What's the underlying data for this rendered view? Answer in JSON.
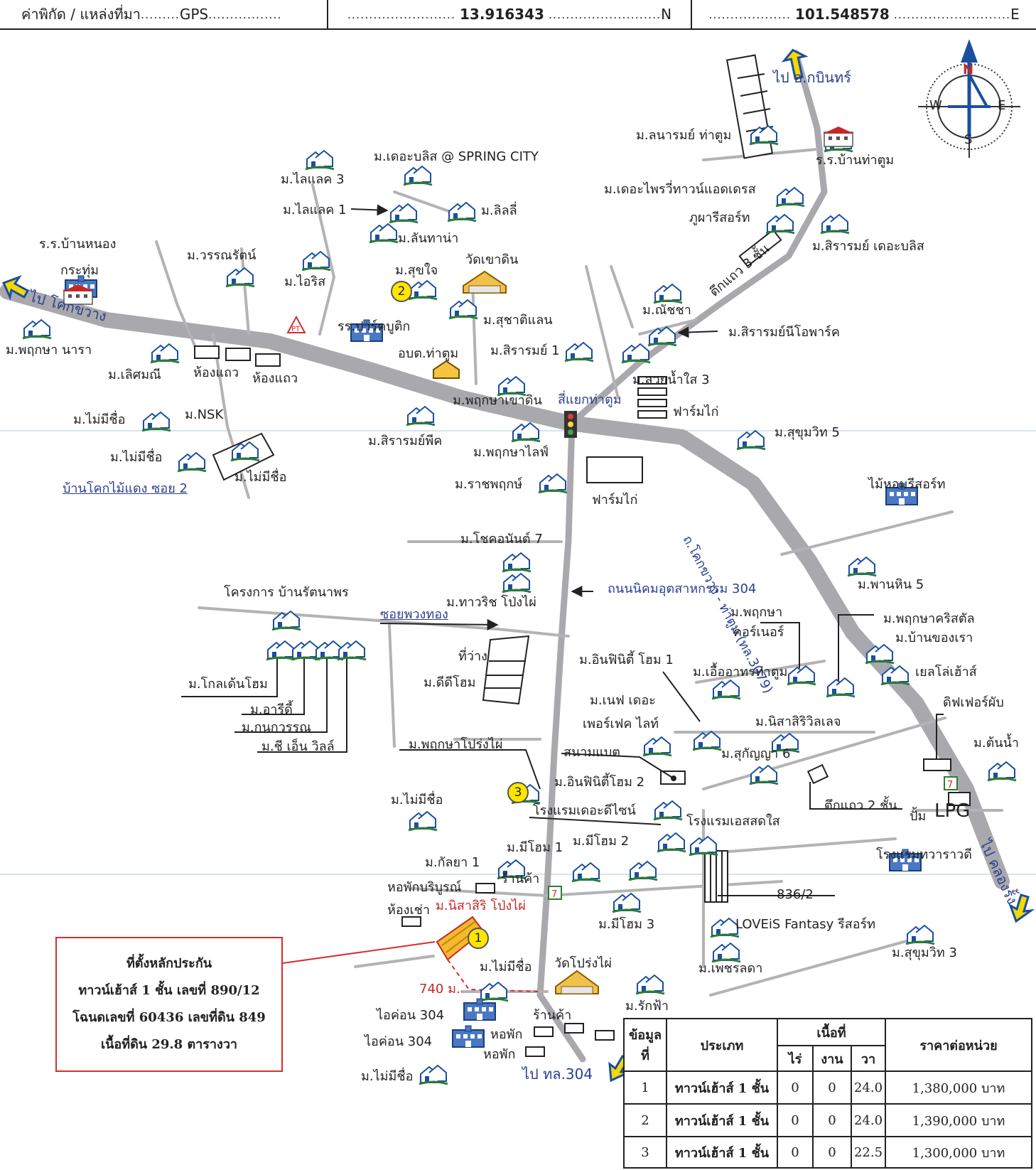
{
  "header": {
    "coord_label": "ค่าพิกัด / แหล่งที่มา",
    "coord_source": "GPS",
    "latitude": "13.916343",
    "lat_suffix": "N",
    "longitude": "101.548578",
    "lon_suffix": "E"
  },
  "compass": {
    "n": "N",
    "s": "S",
    "e": "E",
    "w": "W"
  },
  "roads": {
    "kabin": "ไป อ.กบินทร์",
    "khok_kwang": "ไป โคกขวาง",
    "main_rd": "ถ.โคกขวาง - ท่าตูม (ทล.3079)",
    "estate_rd": "ถนนนิคมอุตสาหกรรม 304",
    "to_304": "ไป ทล.304",
    "to_khlong": "ไป คลองรั้ง",
    "soi_puang": "ซอยพวงทอง",
    "ban_khok": "บ้านโคกไม้แดง ซอย 2",
    "intersection": "สี่แยกท่าตูม"
  },
  "labels": [
    {
      "id": "l1",
      "text": "ม.ลนารมย์ ท่าตูม"
    },
    {
      "id": "l2",
      "text": "ร.ร.บ้านท่าตูม"
    },
    {
      "id": "l3",
      "text": "ม.เดอะบลิส @ SPRING CITY"
    },
    {
      "id": "l4",
      "text": "ม.ไลแลค 3"
    },
    {
      "id": "l5",
      "text": "ม.ไลแลค 1"
    },
    {
      "id": "l6",
      "text": "ม.ลิลลี่"
    },
    {
      "id": "l7",
      "text": "ม.ลันทาน่า"
    },
    {
      "id": "l8",
      "text": "ม.เดอะไพรวี่ทาวน์แอดเดรส"
    },
    {
      "id": "l9",
      "text": "ภูผารีสอร์ท"
    },
    {
      "id": "l10",
      "text": "ม.สิรารมย์ เดอะบลิส"
    },
    {
      "id": "l11",
      "text": "ตึกแถว 3 ชั้น"
    },
    {
      "id": "l12",
      "text": "ร.ร.บ้านหนอง"
    },
    {
      "id": "l13",
      "text": "กระทุ่ม"
    },
    {
      "id": "l14",
      "text": "ม.วรรณรัตน์"
    },
    {
      "id": "l15",
      "text": "ม.ไอริส"
    },
    {
      "id": "l16",
      "text": "ม.สุขใจ"
    },
    {
      "id": "l17",
      "text": "วัดเขาดิน"
    },
    {
      "id": "l18",
      "text": "ม.ณัชชา"
    },
    {
      "id": "l19",
      "text": "ม.สิรารมย์นีโอพาร์ค"
    },
    {
      "id": "l20",
      "text": "ม.สุชาติแลน"
    },
    {
      "id": "l21",
      "text": "รร.ปาร์คบูติก"
    },
    {
      "id": "l22",
      "text": "ม.พฤกษา นารา"
    },
    {
      "id": "l23",
      "text": "ม.เลิศมณี"
    },
    {
      "id": "l24",
      "text": "ห้องแถว"
    },
    {
      "id": "l25",
      "text": "ห้องแถว"
    },
    {
      "id": "l26",
      "text": "อบต.ท่าตูม"
    },
    {
      "id": "l27",
      "text": "ม.สิรารมย์ 1"
    },
    {
      "id": "l28",
      "text": "ม.สวยน้ำใส 3"
    },
    {
      "id": "l29",
      "text": "ม.พฤกษาเขาดิน"
    },
    {
      "id": "l30",
      "text": "ฟาร์มไก่"
    },
    {
      "id": "l31",
      "text": "ม.NSK"
    },
    {
      "id": "l32",
      "text": "ม.ไม่มีชื่อ"
    },
    {
      "id": "l33",
      "text": "ม.สิรารมย์พีค"
    },
    {
      "id": "l34",
      "text": "ม.พฤกษาไลฟ์"
    },
    {
      "id": "l35",
      "text": "ม.สุขุมวิท 5"
    },
    {
      "id": "l36",
      "text": "ม.ไม่มีชื่อ"
    },
    {
      "id": "l37",
      "text": "ม.ไม่มีชื่อ"
    },
    {
      "id": "l38",
      "text": "ม.ราชพฤกษ์"
    },
    {
      "id": "l39",
      "text": "ฟาร์มไก่"
    },
    {
      "id": "l40",
      "text": "ไม้หอมรีสอร์ท"
    },
    {
      "id": "l41",
      "text": "ม.โชคอนันต์ 7"
    },
    {
      "id": "l42",
      "text": "โครงการ บ้านรัตนาพร"
    },
    {
      "id": "l43",
      "text": "ม.ทาวริช โป่งไผ่"
    },
    {
      "id": "l44",
      "text": "ม.พานหิน 5"
    },
    {
      "id": "l45",
      "text": "ม.พฤกษา"
    },
    {
      "id": "l46",
      "text": "คอร์เนอร์"
    },
    {
      "id": "l47",
      "text": "ม.พฤกษาคริสตัล"
    },
    {
      "id": "l48",
      "text": "ม.บ้านของเรา"
    },
    {
      "id": "l49",
      "text": "ที่ว่าง"
    },
    {
      "id": "l50",
      "text": "ม.ดีดีโฮม"
    },
    {
      "id": "l51",
      "text": "ม.อินฟินิตี้ โฮม 1"
    },
    {
      "id": "l52",
      "text": "ม.เอื้ออาทรท่าตูม"
    },
    {
      "id": "l53",
      "text": "เยลโล่เฮ้าส์"
    },
    {
      "id": "l54",
      "text": "ม.โกลเด้นโฮม"
    },
    {
      "id": "l55",
      "text": "ม.อารีดี้"
    },
    {
      "id": "l56",
      "text": "ม.กนกวรรณ"
    },
    {
      "id": "l57",
      "text": "ม.ชี เอ็น วิลล์"
    },
    {
      "id": "l58",
      "text": "ม.เนฟ เดอะ"
    },
    {
      "id": "l59",
      "text": "เพอร์เฟค ไลท์"
    },
    {
      "id": "l60",
      "text": "ม.นิสาสิริวิลเลจ"
    },
    {
      "id": "l61",
      "text": "ดิฟเฟอร์ผับ"
    },
    {
      "id": "l62",
      "text": "ม.ต้นน้ำ"
    },
    {
      "id": "l63",
      "text": "ม.พฤกษาโปร่งไผ่"
    },
    {
      "id": "l64",
      "text": "สนามแบต"
    },
    {
      "id": "l65",
      "text": "ม.สุกัญญา 6"
    },
    {
      "id": "l66",
      "text": "ม.อินฟินิตี้โฮม 2"
    },
    {
      "id": "l67",
      "text": "ม.ไม่มีชื่อ"
    },
    {
      "id": "l68",
      "text": "โรงแรมเดอะดีไซน์"
    },
    {
      "id": "l69",
      "text": "ตึกแถว 2 ชั้น"
    },
    {
      "id": "l70",
      "text": "ปั้ม"
    },
    {
      "id": "l71",
      "text": "LPG"
    },
    {
      "id": "l72",
      "text": "โรงแรมเอสสดใส"
    },
    {
      "id": "l73",
      "text": "ม.มีโฮม 1"
    },
    {
      "id": "l74",
      "text": "ม.มีโฮม 2"
    },
    {
      "id": "l75",
      "text": "โรงแรมทวาราวดี"
    },
    {
      "id": "l76",
      "text": "ม.กัลยา 1"
    },
    {
      "id": "l77",
      "text": "ร้านค้า"
    },
    {
      "id": "l78",
      "text": "หอพักบริบูรณ์"
    },
    {
      "id": "l79",
      "text": "836/2"
    },
    {
      "id": "l80",
      "text": "ห้องเช่า"
    },
    {
      "id": "l81",
      "text": "ม.มีโฮม 3"
    },
    {
      "id": "l82",
      "text": "LOVEiS Fantasy รีสอร์ท"
    },
    {
      "id": "l83",
      "text": "ม.สุขุมวิท 3"
    },
    {
      "id": "l84",
      "text": "ม.ไม่มีชื่อ"
    },
    {
      "id": "l85",
      "text": "วัดโปร่งไผ่"
    },
    {
      "id": "l86",
      "text": "ม.เพชรลดา"
    },
    {
      "id": "l87",
      "text": "ม.รักฟ้า"
    },
    {
      "id": "l88",
      "text": "ไอค่อน 304"
    },
    {
      "id": "l89",
      "text": "ไอค่อน 304"
    },
    {
      "id": "l90",
      "text": "ร้านค้า"
    },
    {
      "id": "l91",
      "text": "หอพัก"
    },
    {
      "id": "l92",
      "text": "หอพัก"
    },
    {
      "id": "l93",
      "text": "ม.ไม่มีชื่อ"
    }
  ],
  "subject": {
    "name": "ม.นิสาสิริ โป่งไผ่",
    "distance": "740 ม."
  },
  "markers": [
    "1",
    "2",
    "3"
  ],
  "legend": {
    "line1": "ที่ตั้งหลักประกัน",
    "line2": "ทาวน์เฮ้าส์ 1 ชั้น เลขที่ 890/12",
    "line3": "โฉนดเลขที่ 60436 เลขที่ดิน 849",
    "line4": "เนื้อที่ดิน 29.8 ตารางวา"
  },
  "table": {
    "h_info": "ข้อมูล ที่",
    "h_type": "ประเภท",
    "h_area": "เนื้อที่",
    "h_rai": "ไร่",
    "h_ngan": "งาน",
    "h_wa": "วา",
    "h_price": "ราคาต่อหน่วย",
    "rows": [
      {
        "no": "1",
        "type": "ทาวน์เฮ้าส์ 1 ชั้น",
        "rai": "0",
        "ngan": "0",
        "wa": "24.0",
        "price": "1,380,000 บาท"
      },
      {
        "no": "2",
        "type": "ทาวน์เฮ้าส์ 1 ชั้น",
        "rai": "0",
        "ngan": "0",
        "wa": "24.0",
        "price": "1,390,000 บาท"
      },
      {
        "no": "3",
        "type": "ทาวน์เฮ้าส์ 1 ชั้น",
        "rai": "0",
        "ngan": "0",
        "wa": "22.5",
        "price": "1,300,000 บาท"
      }
    ]
  }
}
